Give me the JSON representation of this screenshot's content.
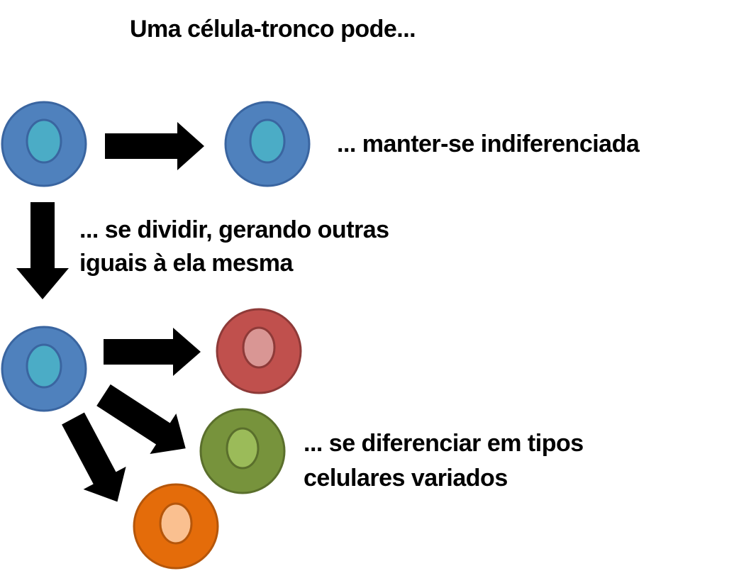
{
  "title": "Uma célula-tronco pode...",
  "captions": {
    "self_renewal": "... manter-se indiferenciada",
    "division_line1": "... se dividir, gerando outras",
    "division_line2": "iguais à ela mesma",
    "differentiation_line1": "... se diferenciar em tipos",
    "differentiation_line2": "celulares variados"
  },
  "colors": {
    "stem_outer": "#4f81bd",
    "stem_stroke": "#3a65a0",
    "stem_nucleus": "#4bacc6",
    "red_outer": "#c0504d",
    "red_stroke": "#8e3a38",
    "red_nucleus": "#d99694",
    "green_outer": "#77933c",
    "green_stroke": "#5a6f2c",
    "green_nucleus": "#9bbb59",
    "orange_outer": "#e46c0a",
    "orange_stroke": "#b5560a",
    "orange_nucleus": "#fac090",
    "arrow": "#000000"
  }
}
